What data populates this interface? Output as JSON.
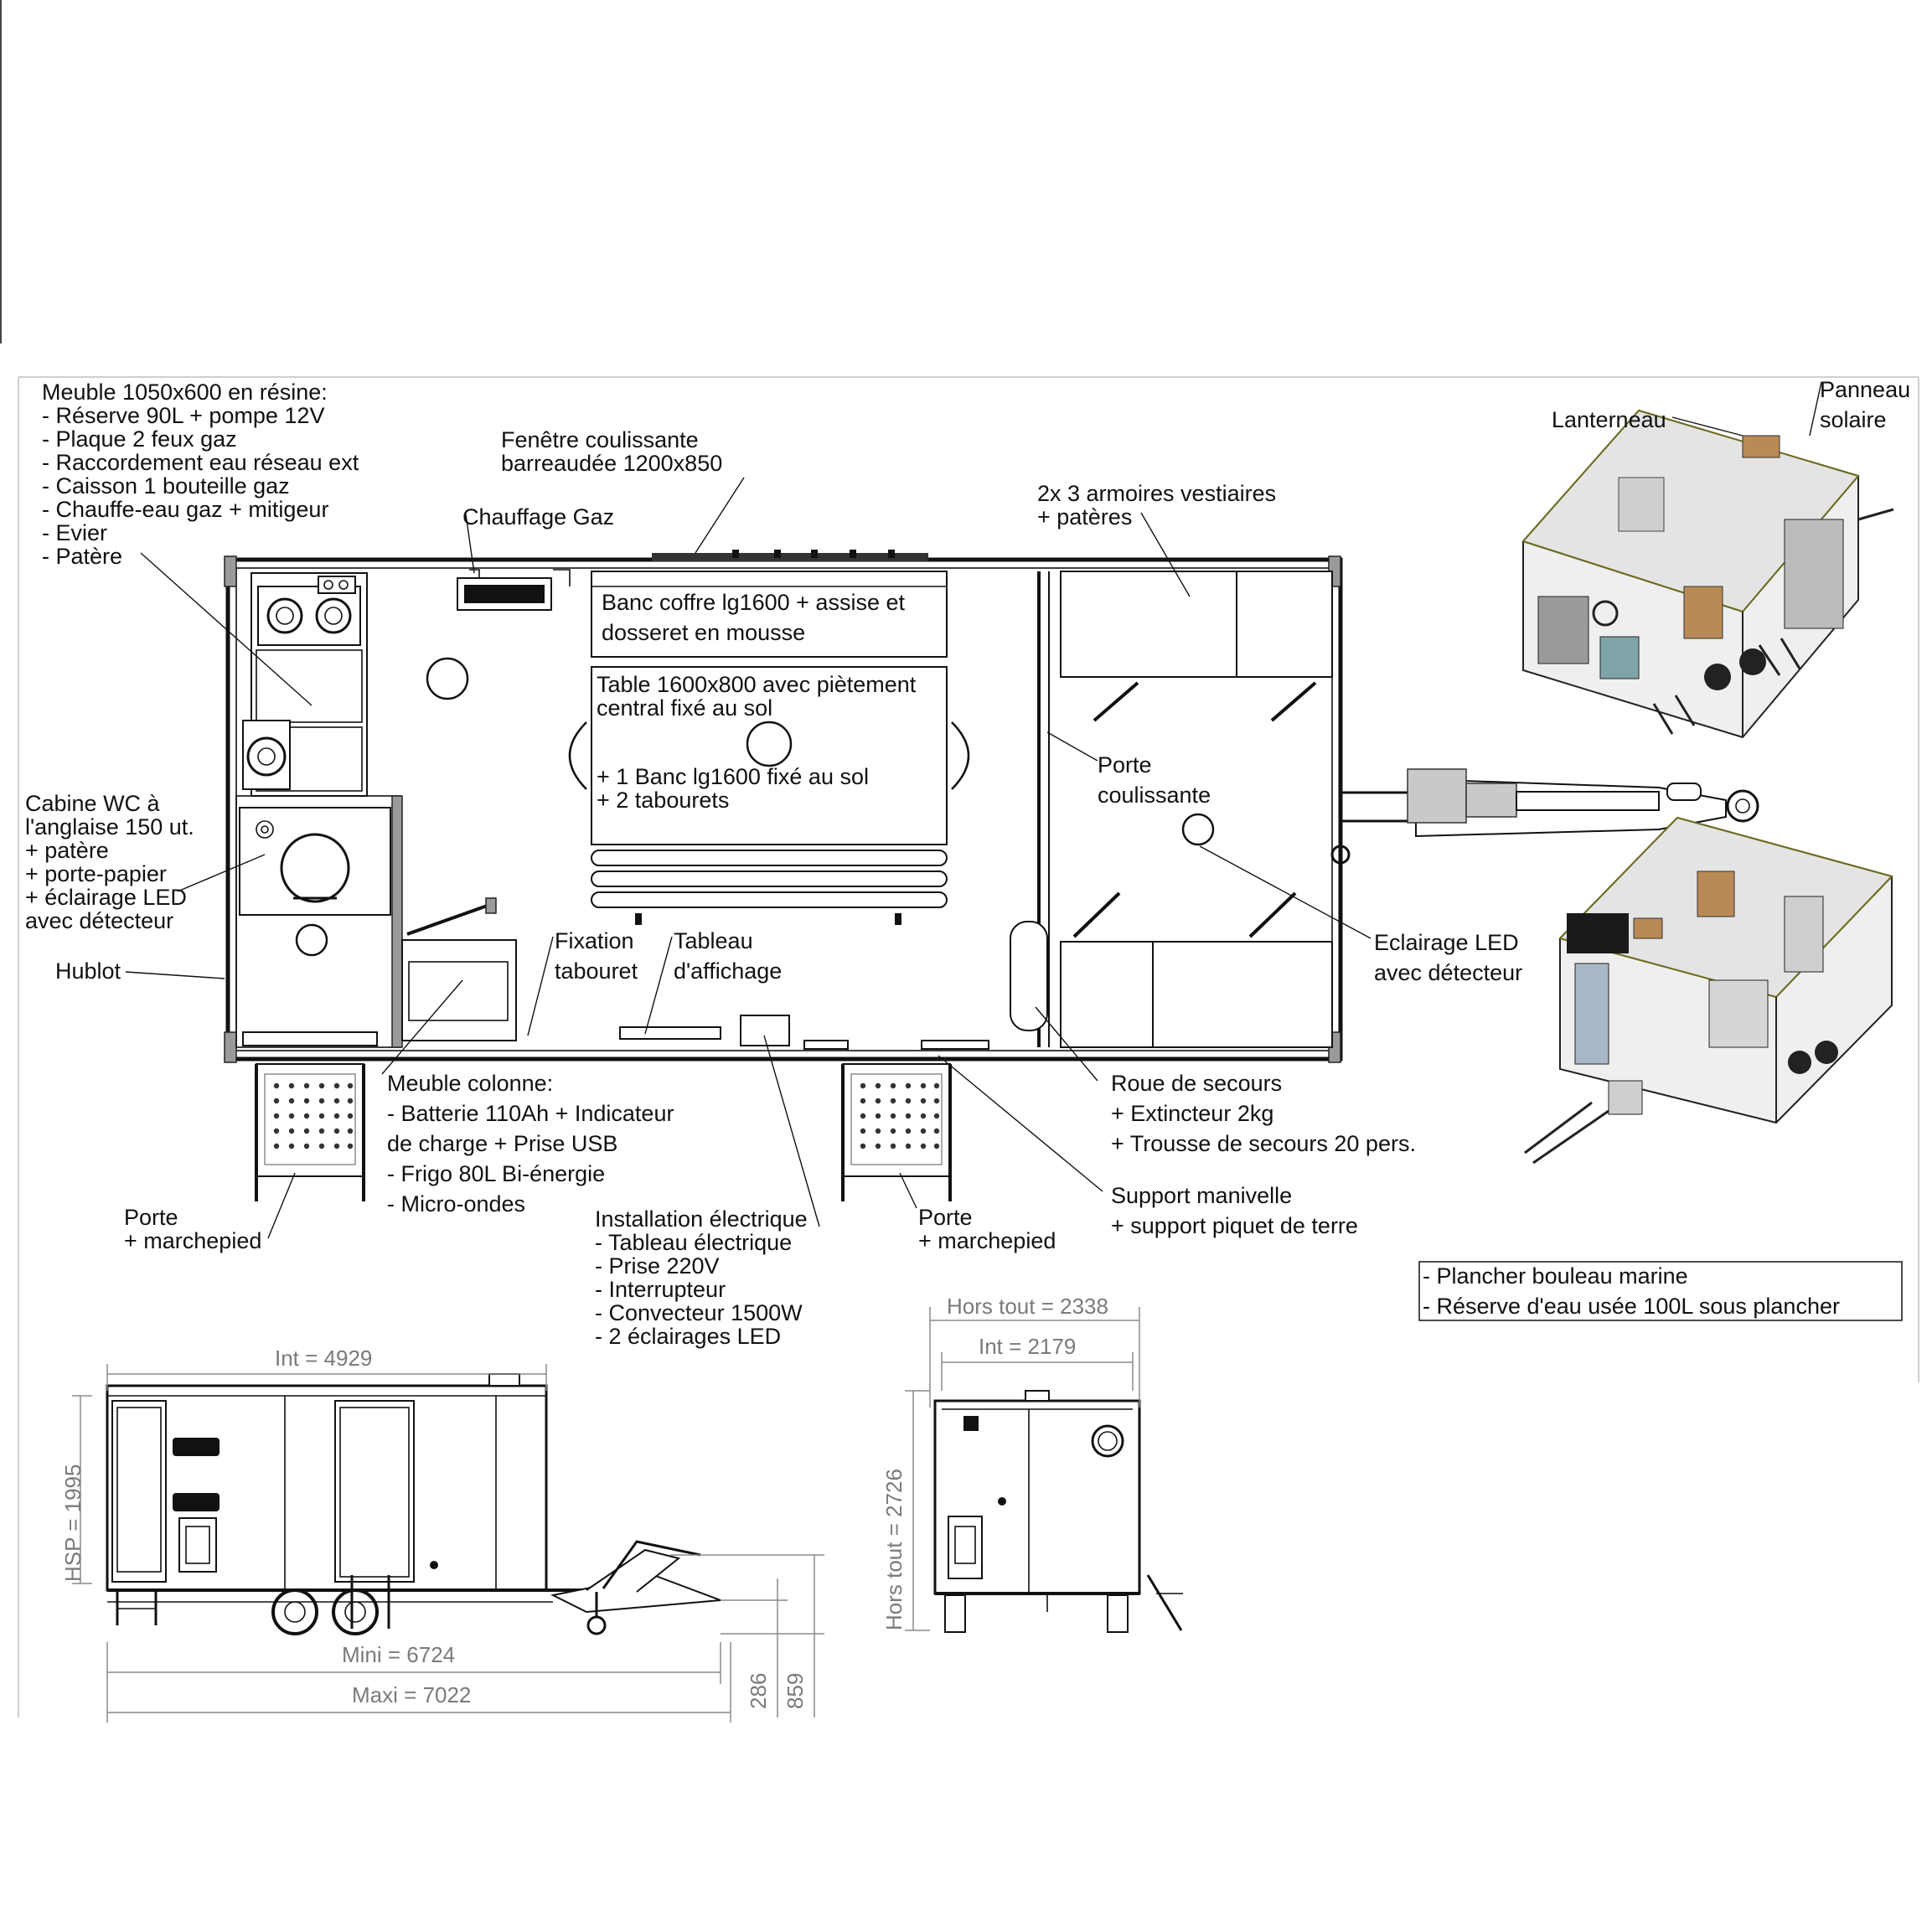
{
  "notes": {
    "kitchen": {
      "title": "Meuble 1050x600 en résine:",
      "items": [
        "- Réserve 90L + pompe 12V",
        "- Plaque 2 feux gaz",
        "- Raccordement eau réseau ext",
        "- Caisson 1 bouteille gaz",
        "- Chauffe-eau gaz + mitigeur",
        "- Evier",
        "- Patère"
      ]
    },
    "window": [
      "Fenêtre coulissante",
      "barreaudée 1200x850"
    ],
    "heating": "Chauffage Gaz",
    "lockers": [
      "2x 3 armoires vestiaires",
      "+ patères"
    ],
    "bench": [
      "Banc coffre lg1600 + assise et",
      "dosseret en mousse"
    ],
    "table": [
      "Table 1600x800 avec piètement",
      "central fixé au sol",
      "+ 1 Banc lg1600 fixé au sol",
      "+ 2 tabourets"
    ],
    "sliding_door": [
      "Porte",
      "coulissante"
    ],
    "wc": [
      "Cabine WC à",
      "l'anglaise 150 ut.",
      "+ patère",
      "+ porte-papier",
      "+ éclairage LED",
      "avec détecteur"
    ],
    "porthole": "Hublot",
    "stool_fix": [
      "Fixation",
      "tabouret"
    ],
    "notice_board": [
      "Tableau",
      "d'affichage"
    ],
    "led": [
      "Eclairage LED",
      "avec détecteur"
    ],
    "column": [
      "Meuble colonne:",
      "- Batterie 110Ah + Indicateur",
      "de charge + Prise USB",
      "- Frigo 80L  Bi-énergie",
      "- Micro-ondes"
    ],
    "spare": [
      "Roue de secours",
      "+ Extincteur 2kg",
      "+ Trousse de secours 20 pers."
    ],
    "crank": [
      "Support manivelle",
      "+ support piquet de terre"
    ],
    "door_left": [
      "Porte",
      "+ marchepied"
    ],
    "door_right": [
      "Porte",
      "+ marchepied"
    ],
    "electrical": [
      "Installation électrique",
      "- Tableau électrique",
      "- Prise 220V",
      "- Interrupteur",
      "- Convecteur 1500W",
      "- 2 éclairages LED"
    ],
    "floor": [
      "- Plancher bouleau marine",
      "- Réserve d'eau usée 100L sous plancher"
    ],
    "skylight": "Lanterneau",
    "solar": [
      "Panneau",
      "solaire"
    ]
  },
  "dimensions": {
    "int_length": "Int = 4929",
    "hsp": "HSP = 1995",
    "mini": "Mini = 6724",
    "maxi": "Maxi = 7022",
    "d286": "286",
    "d859": "859",
    "hors_tout_w": "Hors tout = 2338",
    "int_width": "Int = 2179",
    "hors_tout_h": "Hors tout = 2726"
  }
}
